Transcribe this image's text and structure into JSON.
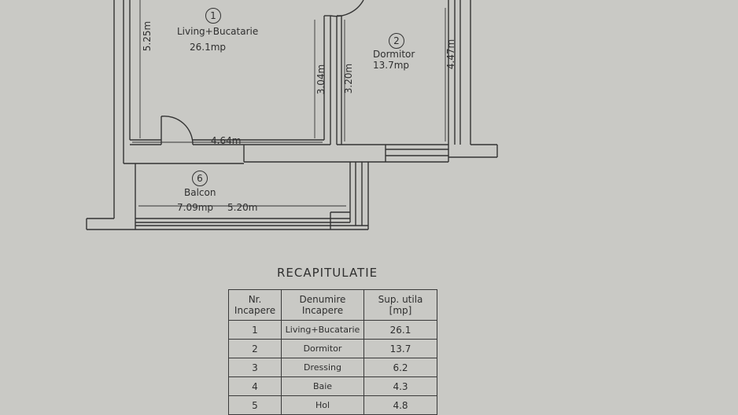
{
  "rooms": [
    {
      "number": "1",
      "name": "Living+Bucatarie",
      "area": "26.1mp"
    },
    {
      "number": "2",
      "name": "Dormitor",
      "area": "13.7mp"
    },
    {
      "number": "6",
      "name": "Balcon",
      "area": "7.09mp"
    }
  ],
  "dimensions": {
    "living_height": "5.25m",
    "living_width": "4.64m",
    "living_wall": "3.04m",
    "dormitor_left": "3.20m",
    "dormitor_right": "4.47m",
    "balcon_width": "5.20m"
  },
  "recap": {
    "title": "RECAPITULATIE",
    "headers": {
      "nr_line1": "Nr.",
      "nr_line2": "Incapere",
      "name_line1": "Denumire",
      "name_line2": "Incapere",
      "area_line1": "Sup. utila",
      "area_line2": "[mp]"
    },
    "rows": [
      {
        "nr": "1",
        "name": "Living+Bucatarie",
        "area": "26.1"
      },
      {
        "nr": "2",
        "name": "Dormitor",
        "area": "13.7"
      },
      {
        "nr": "3",
        "name": "Dressing",
        "area": "6.2"
      },
      {
        "nr": "4",
        "name": "Baie",
        "area": "4.3"
      },
      {
        "nr": "5",
        "name": "Hol",
        "area": "4.8"
      }
    ]
  }
}
